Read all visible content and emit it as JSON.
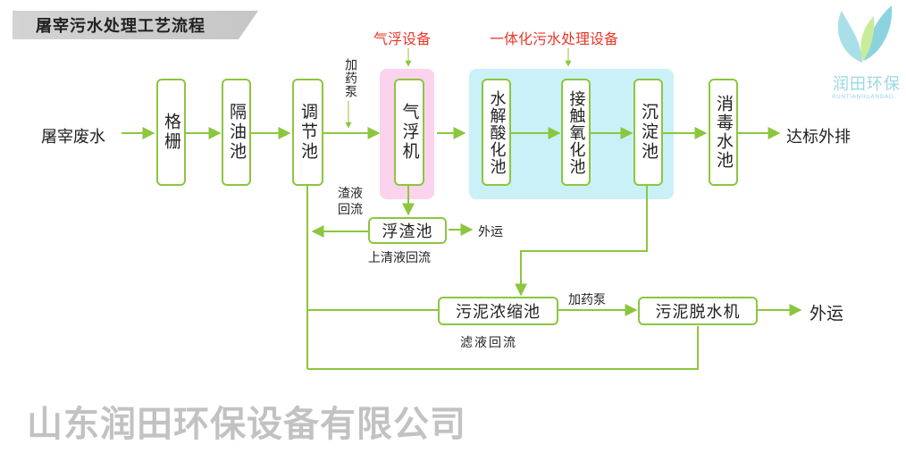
{
  "title": "屠宰污水处理工艺流程",
  "source": "屠宰废水",
  "outlet": "达标外排",
  "units": {
    "grille": "格栅",
    "oil_tank": "隔油池",
    "reg_tank": "调节池",
    "flotation": "气浮机",
    "hydrolysis": "水解酸化池",
    "contact_ox": "接触氧化池",
    "sediment": "沉淀池",
    "disinfect": "消毒水池",
    "scum_tank": "浮渣池",
    "thickener": "污泥浓缩池",
    "dewater": "污泥脱水机"
  },
  "labels": {
    "dosing_pump_1": "加药泵",
    "dosing_pump_2": "加药泵",
    "flotation_equipment": "气浮设备",
    "integrated_equipment": "一体化污水处理设备",
    "scum_return": "渣液回流",
    "supernatant_return": "上清液回流",
    "haul_1": "外运",
    "haul_2": "外运",
    "filtrate_return": "滤液回流"
  },
  "brand": {
    "name_cn": "润田环保",
    "name_en": "RUNTIANHUANBAO"
  },
  "footer": "山东润田环保设备有限公司",
  "colors": {
    "line": "#8cc63f",
    "highlight_red": "#e83828",
    "pink_zone": "#fbd3ec",
    "cyan_zone": "#c9f1f7"
  }
}
